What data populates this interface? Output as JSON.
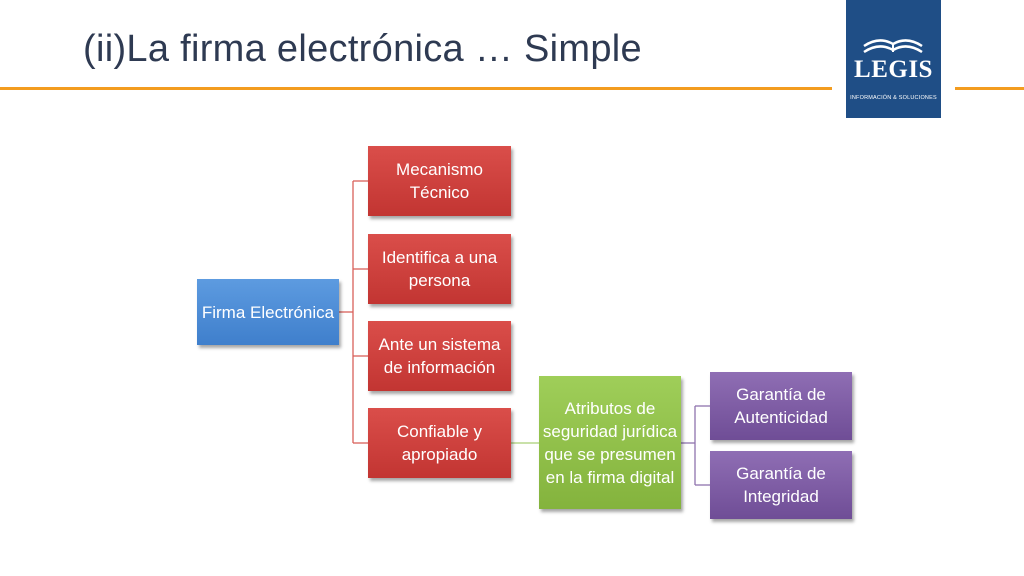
{
  "title": "(ii)La firma electrónica … Simple",
  "logo": {
    "name": "LEGIS",
    "tagline": "INFORMACIÓN & SOLUCIONES"
  },
  "diagram": {
    "root": "Firma Electrónica",
    "level1": [
      "Mecanismo Técnico",
      "Identifica a una persona",
      "Ante un sistema de información",
      "Confiable y apropiado"
    ],
    "level2": "Atributos de seguridad jurídica que se presumen en la firma digital",
    "level3": [
      "Garantía de Autenticidad",
      "Garantía de Integridad"
    ]
  },
  "colors": {
    "accent_rule": "#f39c1f",
    "logo_bg": "#1f4e86",
    "root": "#4a8ad6",
    "level1": "#cf403d",
    "level2": "#92c14b",
    "level3": "#7f5ca6",
    "connector": "#d9605a",
    "connector_green": "#a9cf76",
    "connector_purple": "#8e74ad"
  }
}
